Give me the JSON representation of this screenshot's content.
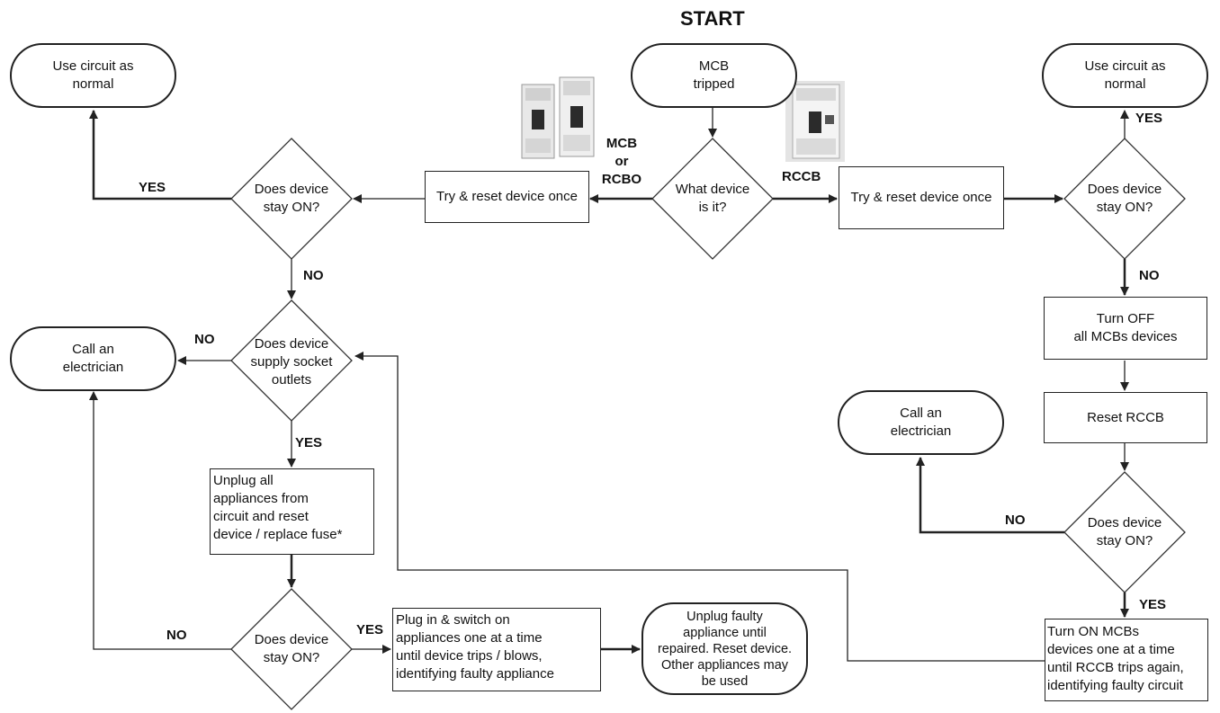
{
  "title": "START",
  "nodes": {
    "mcb_tripped": "MCB\ntripped",
    "what_device": "What device\nis it?",
    "try_reset_left": "Try & reset device once",
    "try_reset_right": "Try & reset device once",
    "stay_on_left": "Does device\nstay ON?",
    "use_normal_left": "Use circuit as\nnormal",
    "use_normal_right": "Use circuit as\nnormal",
    "stay_on_right": "Does device\nstay ON?",
    "supply_socket": "Does device\nsupply socket\noutlets",
    "call_electrician_left": "Call an\nelectrician",
    "unplug_all": "Unplug all\nappliances from\ncircuit and reset\ndevice / replace fuse*",
    "stay_on_bottom": "Does device\nstay ON?",
    "plug_in": "Plug in & switch on\nappliances one at a time\nuntil device trips / blows,\nidentifying faulty appliance",
    "unplug_faulty": "Unplug faulty\nappliance until\nrepaired. Reset device.\nOther appliances may\nbe used",
    "turn_off": "Turn  OFF\nall MCBs devices",
    "reset_rccb": "Reset RCCB",
    "call_electrician_right": "Call an\nelectrician",
    "stay_on_rccb": "Does device\nstay ON?",
    "turn_on": "Turn ON MCBs\ndevices one at a time\nuntil RCCB trips again,\nidentifying faulty circuit"
  },
  "labels": {
    "mcb_rcbo": "MCB\nor\nRCBO",
    "rccb": "RCCB",
    "yes_left": "YES",
    "no_left": "NO",
    "yes_socket": "YES",
    "no_socket": "NO",
    "no_bottom": "NO",
    "yes_bottom": "YES",
    "yes_right": "YES",
    "no_right": "NO",
    "no_rccb": "NO",
    "yes_rccb": "YES"
  },
  "icons": [
    "mcb-device-icon",
    "rccb-device-icon"
  ]
}
